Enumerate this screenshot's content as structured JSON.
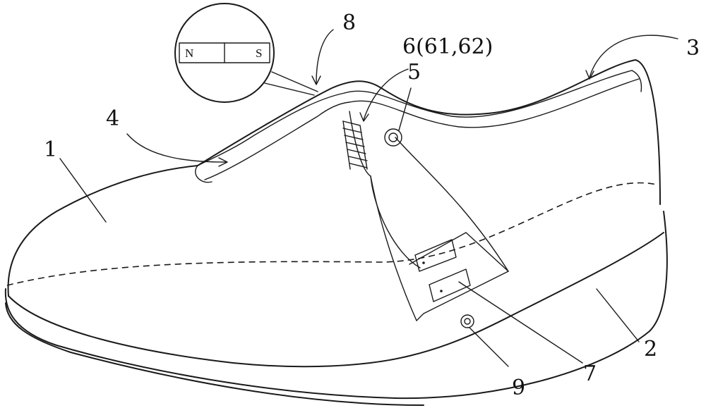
{
  "labels": {
    "upper": "1",
    "sole": "2",
    "collar": "3",
    "tongue_slot": "4",
    "pivot": "5",
    "spring": "6(61,62)",
    "plates": "7",
    "magnet": "8",
    "button": "9"
  },
  "magnet": {
    "north": "N",
    "south": "S"
  },
  "colors": {
    "line": "#1a1a1a",
    "background": "#ffffff"
  }
}
